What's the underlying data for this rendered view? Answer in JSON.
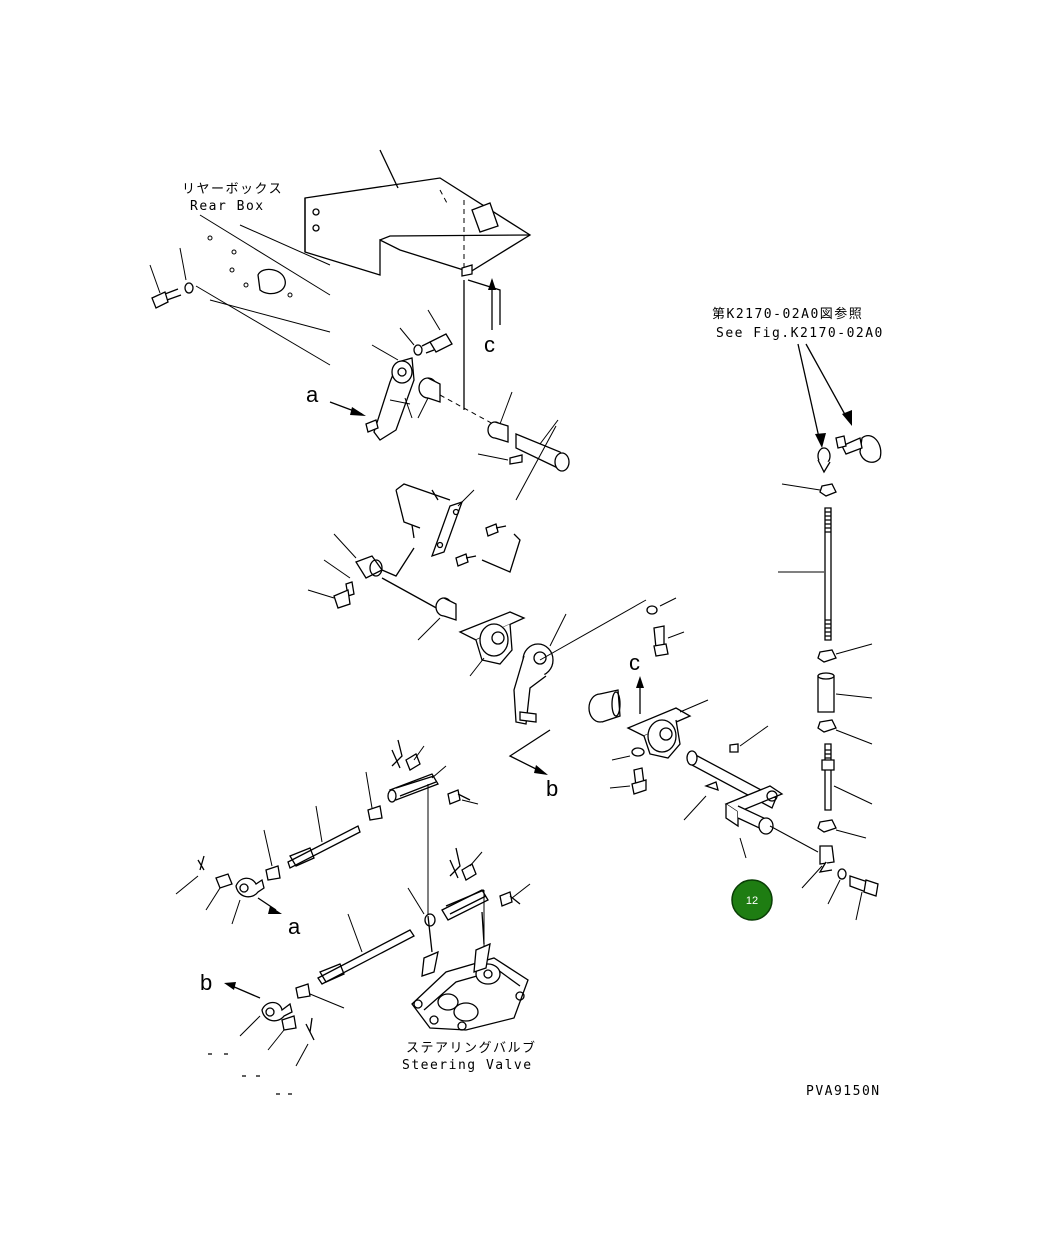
{
  "labels": {
    "rear_box_jp": "リヤーボックス",
    "rear_box_en": "Rear Box",
    "see_fig_jp": "第K2170-02A0図参照",
    "see_fig_en": "See Fig.K2170-02A0",
    "steering_valve_jp": "ステアリングバルブ",
    "steering_valve_en": "Steering Valve",
    "drawing_code": "PVA9150N"
  },
  "callouts": {
    "a_upper": "a",
    "a_lower": "a",
    "b_middle": "b",
    "b_lower": "b",
    "c_upper": "c",
    "c_middle": "c"
  },
  "badge": {
    "number": "12",
    "color": "#1e7d12",
    "border": "#0a3d06"
  }
}
